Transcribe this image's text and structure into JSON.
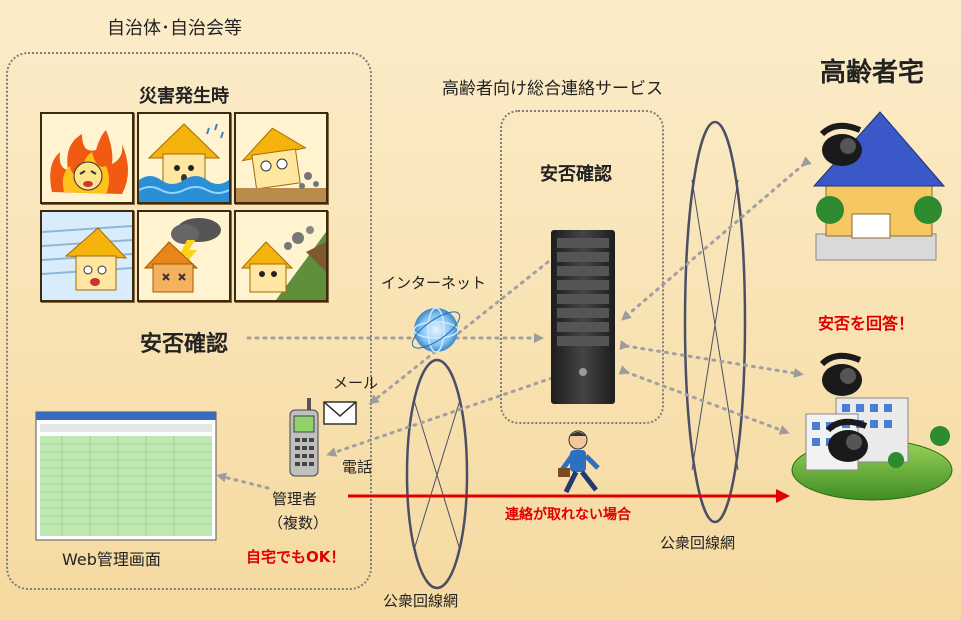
{
  "left_group": {
    "title": "自治体･自治会等",
    "disaster_title": "災害発生時",
    "confirm_label": "安否確認",
    "mail_label": "メール",
    "phone_label": "電話",
    "admin_label": "管理者",
    "admin_sub_label": "（複数）",
    "web_label": "Web管理画面",
    "home_ok_label": "自宅でもOK！"
  },
  "middle": {
    "service_title": "高齢者向け総合連絡サービス",
    "server_label": "安否確認",
    "internet_label": "インターネット",
    "public_net_label_left": "公衆回線網",
    "public_net_label_right": "公衆回線網",
    "fallback_label": "連絡が取れない場合"
  },
  "right_group": {
    "title": "高齢者宅",
    "answer_label": "安否を回答！"
  },
  "colors": {
    "red": "#e00000",
    "dotted_arrow": "#a0a0a0",
    "box_border": "#7d7d7d"
  },
  "icons": [
    "fire-house-icon",
    "flood-house-icon",
    "earthquake-house-icon",
    "storm-house-icon",
    "thunder-house-icon",
    "landslide-house-icon",
    "globe-icon",
    "server-icon",
    "mobile-phone-icon",
    "envelope-icon",
    "spreadsheet-screen-icon",
    "runner-icon",
    "house-icon",
    "telephone-icon",
    "apartment-icon"
  ]
}
